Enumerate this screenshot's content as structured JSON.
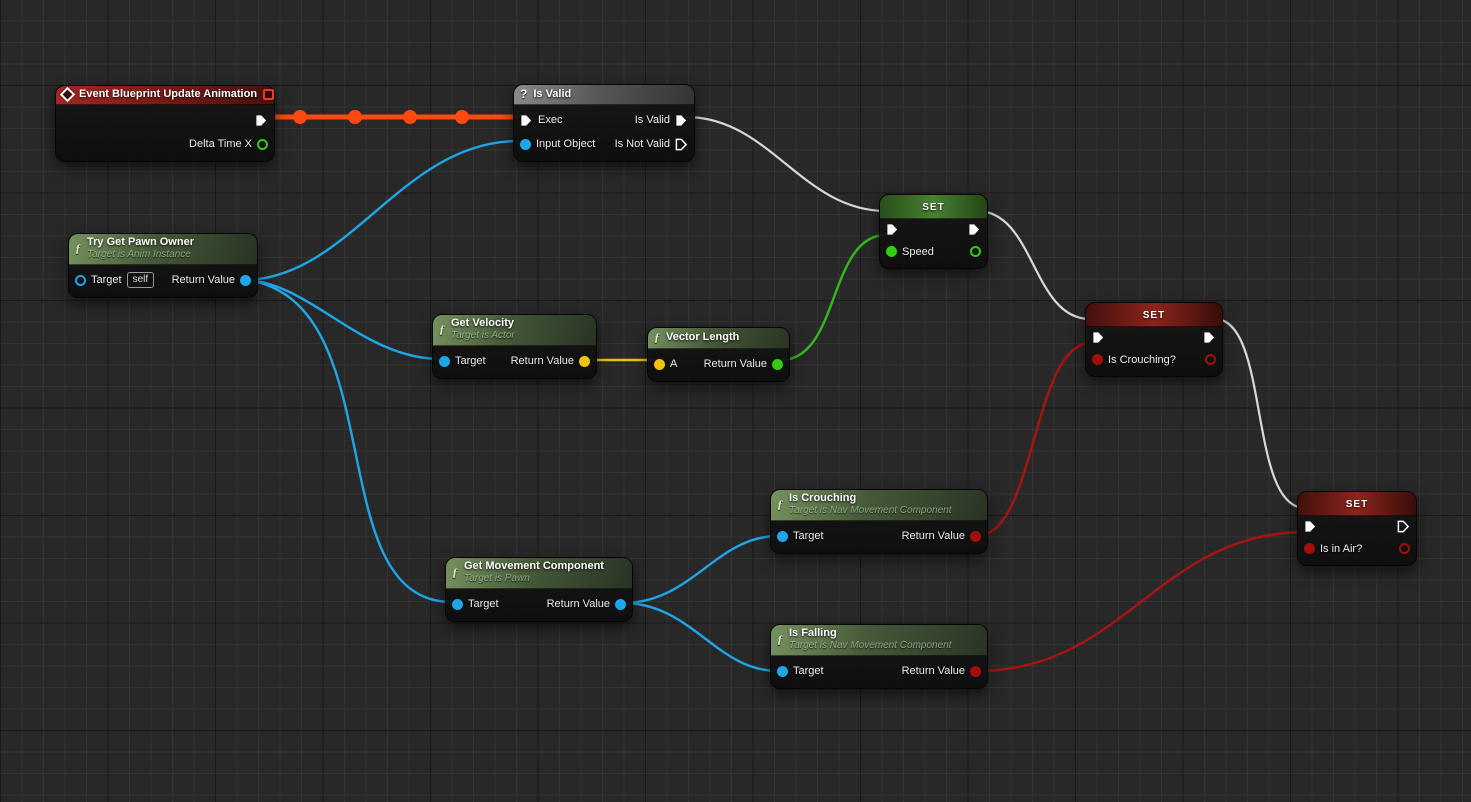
{
  "app": {
    "name": "Blueprint Event Graph"
  },
  "colors": {
    "exec_pulse": "#fe4a0e",
    "exec_wire": "#d8d8d8",
    "pin_object": "#1ea6e8",
    "pin_float": "#35cb10",
    "pin_vector": "#eec411",
    "pin_bool": "#a01008",
    "wire_bool": "#a81412",
    "wire_float": "#35b81c",
    "node_body": "#141414",
    "header_function_green": "#5c7a4a",
    "header_event_red": "#8e1f1c",
    "header_pure_grey": "#6e6e6e"
  },
  "nodes": {
    "event": {
      "title": "Event Blueprint Update Animation",
      "delta_label": "Delta Time X"
    },
    "is_valid": {
      "title": "Is Valid",
      "icon": "?",
      "exec_label": "Exec",
      "input_label": "Input Object",
      "valid_label": "Is Valid",
      "not_valid_label": "Is Not Valid"
    },
    "pawn_owner": {
      "title": "Try Get Pawn Owner",
      "subtitle": "Target is Anim Instance",
      "target_label": "Target",
      "self_label": "self",
      "return_label": "Return Value"
    },
    "get_velocity": {
      "title": "Get Velocity",
      "subtitle": "Target is Actor",
      "target_label": "Target",
      "return_label": "Return Value"
    },
    "vector_length": {
      "title": "Vector Length",
      "a_label": "A",
      "return_label": "Return Value"
    },
    "set_speed": {
      "title": "SET",
      "var_label": "Speed"
    },
    "set_crouching": {
      "title": "SET",
      "var_label": "Is Crouching?"
    },
    "is_crouching": {
      "title": "Is Crouching",
      "subtitle": "Target is Nav Movement Component",
      "target_label": "Target",
      "return_label": "Return Value"
    },
    "get_movement": {
      "title": "Get Movement Component",
      "subtitle": "Target is Pawn",
      "target_label": "Target",
      "return_label": "Return Value"
    },
    "is_falling": {
      "title": "Is Falling",
      "subtitle": "Target is Nav Movement Component",
      "target_label": "Target",
      "return_label": "Return Value"
    },
    "set_in_air": {
      "title": "SET",
      "var_label": "Is in Air?"
    }
  },
  "icon_names": [
    "function-icon",
    "question-icon",
    "event-diamond-icon",
    "event-badge-icon",
    "exec-pin-icon",
    "object-pin-icon",
    "float-pin-icon",
    "vector-pin-icon",
    "bool-pin-icon"
  ]
}
